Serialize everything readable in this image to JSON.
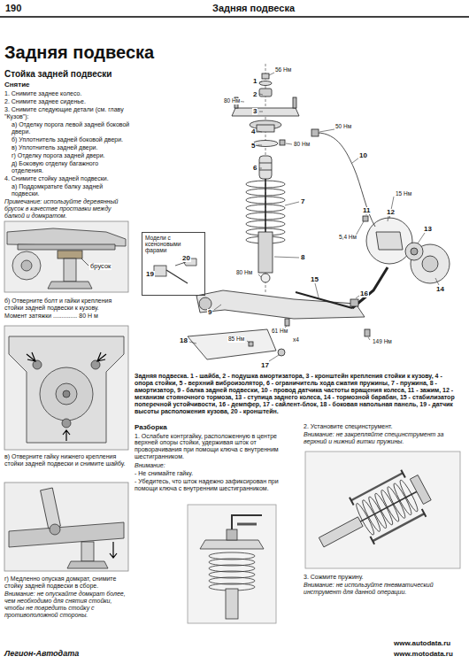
{
  "diagram": {
    "title": "Задняя подвеска",
    "caption": "Задняя подвеска. 1 - шайба, 2 - подушка амортизатора, 3 - кронштейн крепления стойки к кузову, 4 - опора стойки, 5 - верхний виброизолятор, 6 - ограничитель хода сжатия пружины, 7 - пружина, 8 - амортизатор, 9 - балка задней подвески, 10 - провод датчика частоты вращения колеса, 11 - зажим, 12 - механизм стояночного тормоза, 13 - ступица заднего колеса, 14 - тормозной барабан, 15 - стабилизатор поперечной устойчивости, 16 - демпфер, 17 - сайлент-блок, 18 - боковая напольная панель, 19 - датчик высоты расположения кузова, 20 - кронштейн.",
    "nodes": [
      {
        "text": [
          "Модели с ксеноновыми фарами",
          "19",
          "20"
        ]
      }
    ],
    "labels": [
      "190",
      "Задняя подвеска",
      "Стойка задней подвески",
      "Снятие",
      "1. Снимите заднее колесо.",
      "2. Снимите заднее сиденье.",
      "3. Снимите следующие детали (см. главу \"Кузов\"):",
      "а) Отделку порога левой задней боковой двери.",
      "б) Уплотнитель задней боковой двери.",
      "в) Уплотнитель задней двери.",
      "г) Отделку порога задней двери.",
      "д) Боковую отделку багажного отделения.",
      "4. Снимите стойку задней подвески.",
      "а) Поддомкратьте балку задней подвески.",
      "Примечание: используйте деревянный брусок в качестве проставки между балкой и домкратом.",
      "брусок",
      "б) Отверните болт и гайки крепления стойки задней подвески к кузову.",
      "Момент затяжки .............. 80 Н м",
      "в) Отверните гайку нижнего крепления стойки задней подвески и снимите шайбу.",
      "г) Медленно опуская домкрат, снимите стойку задней подвески в сборе.",
      "Внимание: не опускайте домкрат более, чем необходимо для снятия стойки, чтобы не повредить стойку с противоположной стороны.",
      "56 Нм",
      "1",
      "2",
      "80 Нм",
      "3",
      "4",
      "5",
      "80 Нм",
      "50 Нм",
      "10",
      "6",
      "7",
      "15 Нм",
      "11",
      "12",
      "5,4 Нм",
      "13",
      "8",
      "80 Нм",
      "15",
      "14",
      "16",
      "9",
      "61 Нм",
      "x4",
      "149 Нм",
      "85 Нм",
      "18",
      "17",
      "Разборка",
      "1. Ослабьте контргайку, расположенную в центре верхней опоры стойки, удерживая шток от проворачивания при помощи ключа с внутренним шестигранником.",
      "Внимание:",
      "- Не снимайте гайку.",
      "- Убедитесь, что шток надежно зафиксирован при помощи ключа с внутренним шестигранником.",
      "2. Установите специнструмент.",
      "Внимание: не закрепляйте специнструмент за верхний и нижний витки пружины.",
      "3. Сожмите пружину.",
      "Внимание: не используйте пневматический инструмент для данной операции.",
      "Легион-Автодата",
      "www.autodata.ru",
      "www.motodata.ru"
    ]
  }
}
